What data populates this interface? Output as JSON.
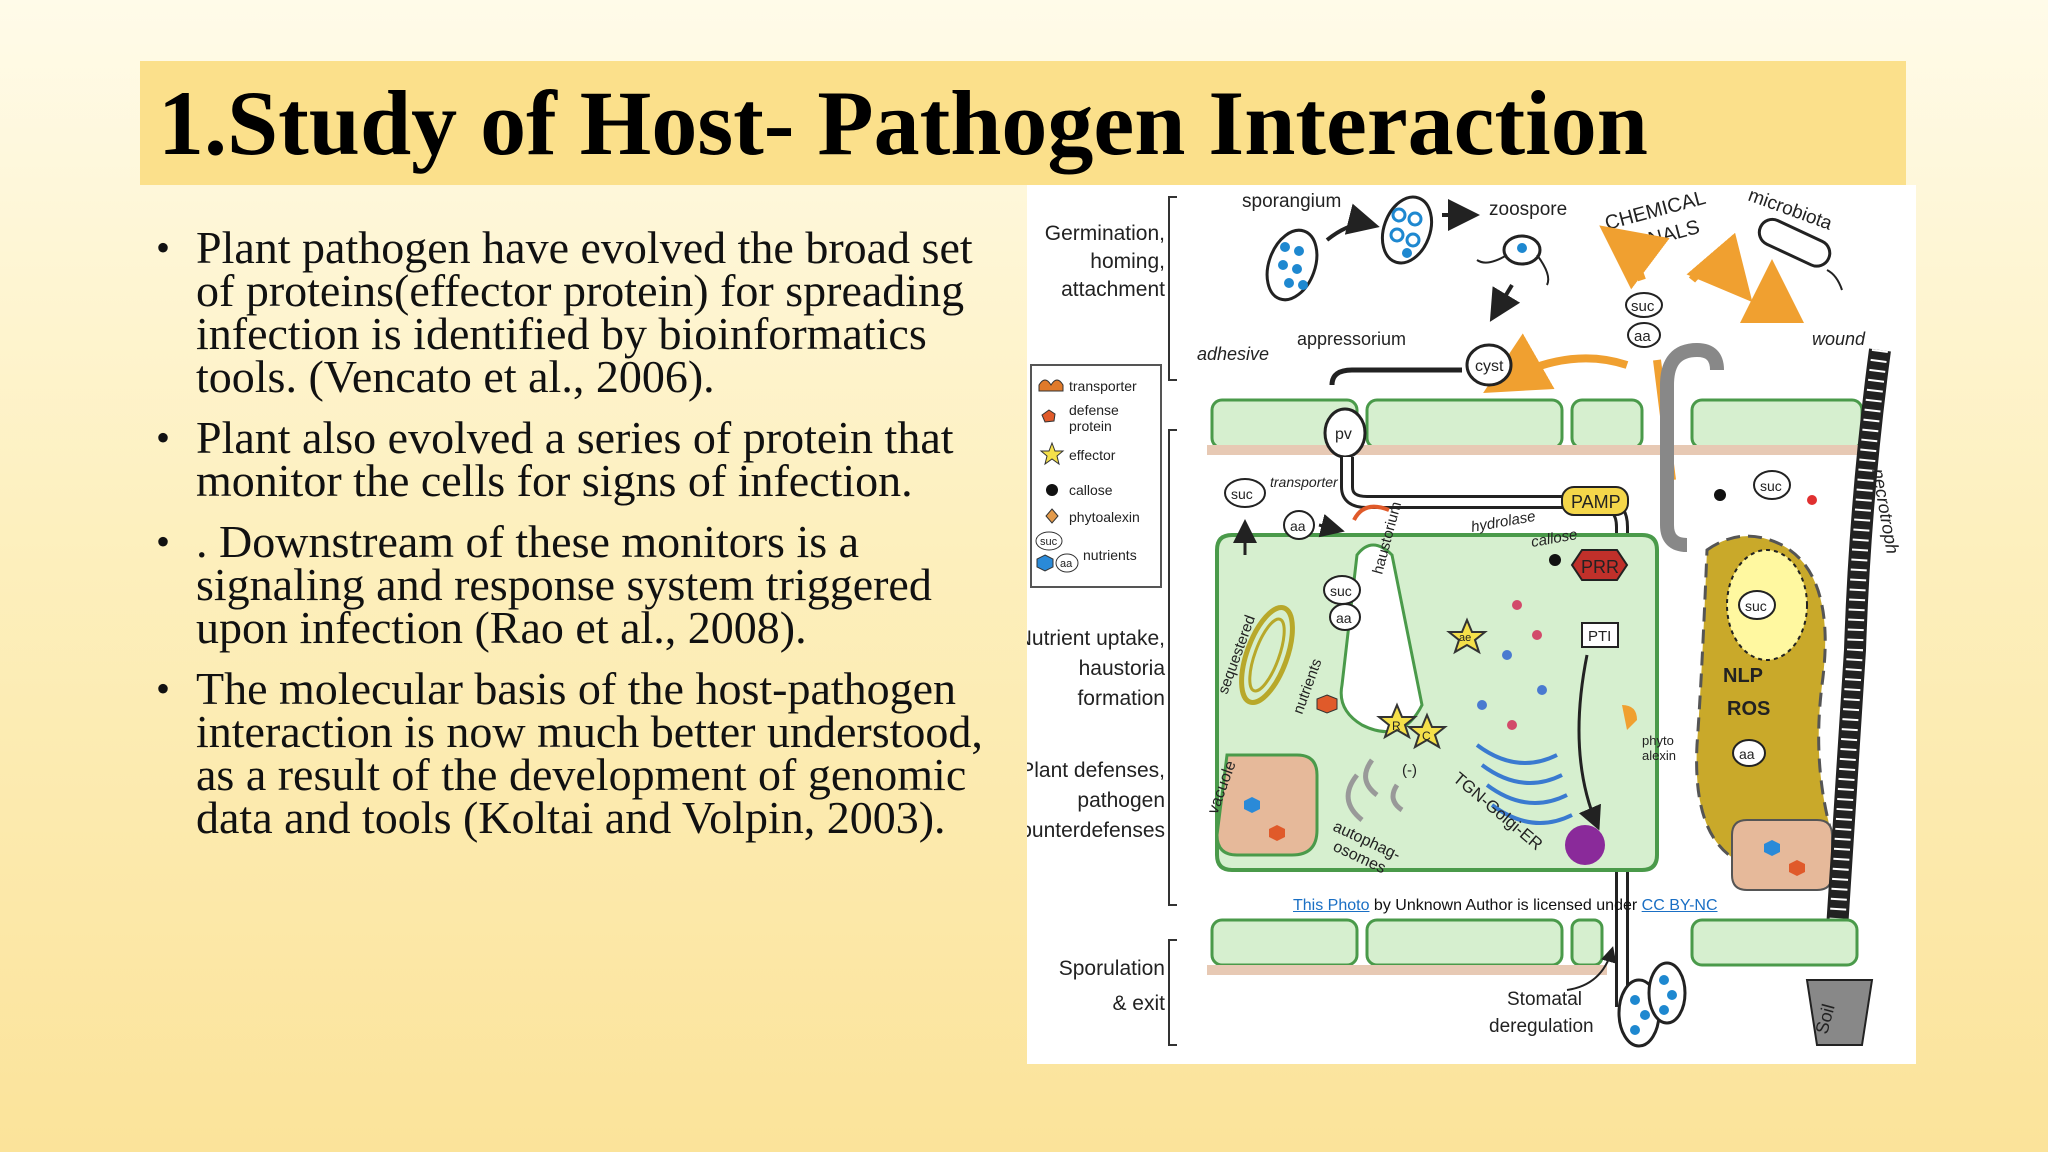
{
  "title": "1.Study of Host- Pathogen Interaction",
  "bullets": [
    "Plant pathogen have evolved the broad set of proteins(effector protein) for spreading infection is identified by bioinformatics tools. (Vencato et al., 2006).",
    "Plant also evolved a series of protein that monitor the cells for signs of infection.",
    " . Downstream of these monitors is a signaling and response system triggered upon infection (Rao et al., 2008).",
    "The molecular basis of the host-pathogen interaction is now much better understood, as a result of the development of genomic data and tools (Koltai and Volpin, 2003)."
  ],
  "diagram": {
    "stage_labels": {
      "germination": [
        "Germination,",
        "homing,",
        "attachment"
      ],
      "nutrient": [
        "Nutrient uptake,",
        "haustoria",
        "formation"
      ],
      "defenses": [
        "Plant defenses,",
        "pathogen",
        "counterdefenses"
      ],
      "sporulation": [
        "Sporulation",
        "& exit"
      ]
    },
    "labels": {
      "sporangium": "sporangium",
      "zoospore": "zoospore",
      "chemical": [
        "CHEMICAL",
        "SIGNALS"
      ],
      "microbiota": "microbiota",
      "suc": "suc",
      "aa": "aa",
      "adhesive": "adhesive",
      "appressorium": "appressorium",
      "cyst": "cyst",
      "wound": "wound",
      "pv": "pv",
      "transporter": "transporter",
      "hydrolase": "hydrolase",
      "callose": "callose",
      "pamp": "PAMP",
      "prr": "PRR",
      "pti": "PTI",
      "haustorium": "haustorium",
      "sequestered": "sequestered",
      "nutrients": "nutrients",
      "vacuole": "vacuole",
      "autophagosomes": [
        "autophag-",
        "osomes"
      ],
      "tgn": "TGN-Golgi-ER",
      "phytoalexin": [
        "phyto",
        "alexin"
      ],
      "nlp": "NLP",
      "ros": "ROS",
      "necrotroph": "necrotroph",
      "soil": "Soil",
      "stomatal": [
        "Stomatal",
        "deregulation"
      ],
      "minus": "(-)",
      "r": "R",
      "c": "C",
      "ae": "ae"
    },
    "legend": [
      "transporter",
      "defense",
      "protein",
      "effector",
      "callose",
      "phytoalexin",
      "nutrients"
    ],
    "colors": {
      "cell_fill": "#d6efcf",
      "cell_stroke": "#4a9a4a",
      "necrotroph_fill": "#c9a92a",
      "vacuole_fill": "#e6b99a",
      "spore_dot": "#1e88d0",
      "orange_arrow": "#f0a030",
      "prr": "#c0302a",
      "pamp": "#f4d64a"
    }
  },
  "credit": {
    "link1": "This Photo",
    "middle": " by Unknown Author is licensed under ",
    "link2": "CC BY-NC"
  }
}
